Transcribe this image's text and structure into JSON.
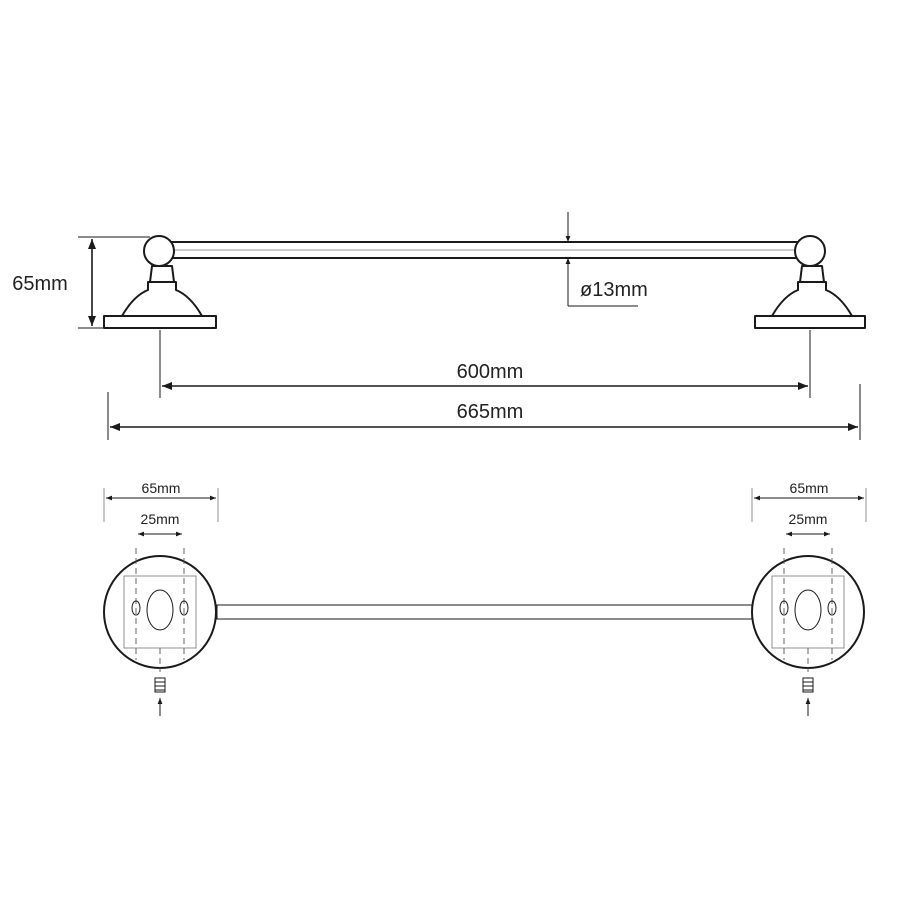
{
  "colors": {
    "line": "#1a1a1a",
    "background": "#ffffff"
  },
  "front_view": {
    "height_label": "65mm",
    "diameter_label": "ø13mm",
    "inner_span_label": "600mm",
    "overall_span_label": "665mm"
  },
  "top_view": {
    "left_base_width_label": "65mm",
    "left_hole_spacing_label": "25mm",
    "right_base_width_label": "65mm",
    "right_hole_spacing_label": "25mm"
  }
}
